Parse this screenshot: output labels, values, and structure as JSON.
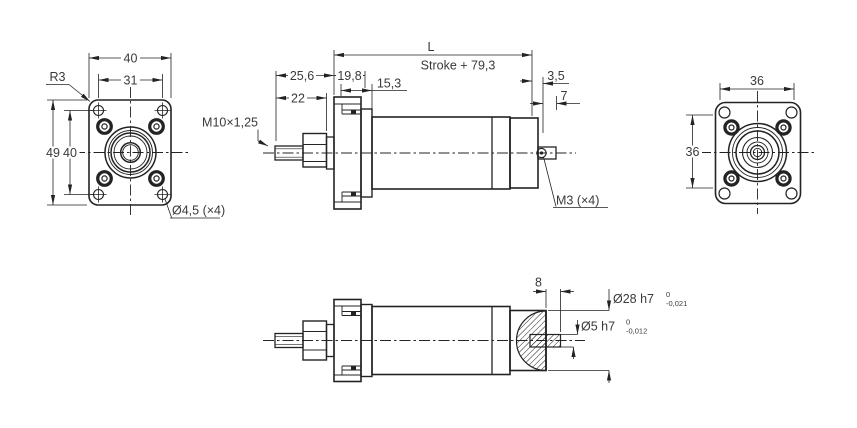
{
  "front_view": {
    "width": "40",
    "bolt_spacing_width": "31",
    "height": "49",
    "bolt_spacing_height": "40",
    "corner_radius": "R3",
    "corner_holes": "Ø4,5 (×4)"
  },
  "side_view": {
    "length": "L",
    "stroke": "Stroke + 79,3",
    "rod_extension": "25,6",
    "flange_offset": "19,8",
    "head_length": "15,3",
    "thread_length": "22",
    "rod_thread": "M10×1,25",
    "cap_lip": "3,5",
    "rear_boss_length": "7",
    "rear_thread": "M3 (×4)"
  },
  "rear_view": {
    "width": "36",
    "height": "36"
  },
  "bottom_view": {
    "shaft_protrusion": "8",
    "boss_diameter": "Ø28 h7",
    "boss_tol_upper": "0",
    "boss_tol_lower": "-0,021",
    "shaft_diameter": "Ø5 h7",
    "shaft_tol_upper": "0",
    "shaft_tol_lower": "-0,012"
  },
  "colors": {
    "line": "#232323",
    "text": "#3a3a3a",
    "background": "#ffffff"
  }
}
